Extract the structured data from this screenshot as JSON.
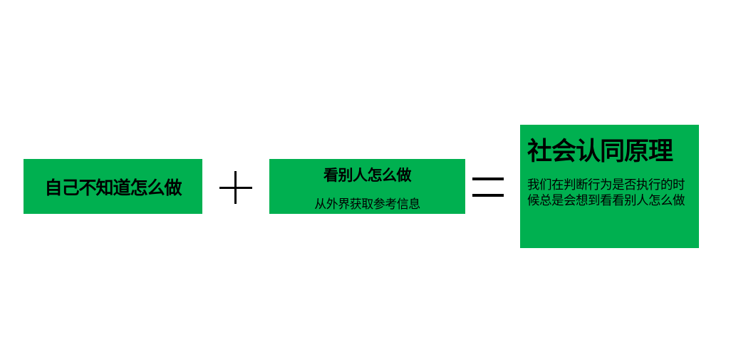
{
  "colors": {
    "box_fill": "#00b050",
    "background": "#ffffff",
    "text": "#000000"
  },
  "boxes": [
    {
      "title": "自己不知道怎么做"
    },
    {
      "title": "看别人怎么做",
      "subtitle": "从外界获取参考信息"
    },
    {
      "title": "社会认同原理",
      "description": "我们在判断行为是否执行的时候总是会想到看看别人怎么做"
    }
  ],
  "operators": {
    "plus": "plus-sign",
    "equals": "equals-sign"
  }
}
